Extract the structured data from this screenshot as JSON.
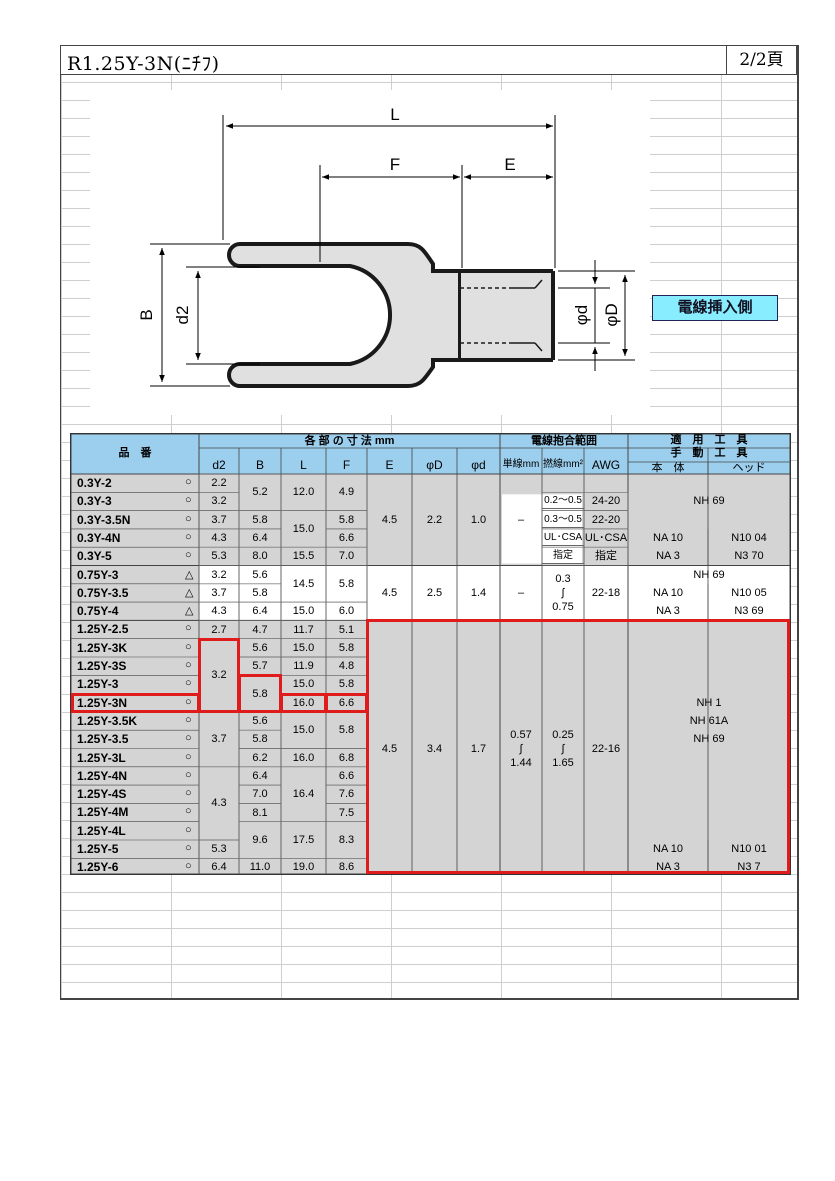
{
  "header": {
    "title": "R1.25Y-3N(ﾆﾁﾌ)",
    "page": "2/2頁"
  },
  "drawing": {
    "labels": {
      "L": "L",
      "F": "F",
      "E": "E",
      "B": "B",
      "d2": "d2",
      "phid": "φd",
      "phiD": "φD"
    }
  },
  "legend_label": "電線挿入側",
  "table": {
    "group_headers": {
      "part": "品　番",
      "dims": "各 部 の 寸 法 mm",
      "wire": "電線抱合範囲",
      "tools": "適　用　工　具",
      "hand": "手　動　工　具"
    },
    "col_headers": [
      "d2",
      "B",
      "L",
      "F",
      "E",
      "φD",
      "φd",
      "単線mm",
      "撚線mm²",
      "AWG"
    ],
    "tool_sub": [
      "本　体",
      "ヘッド"
    ],
    "rows": [
      {
        "part": "0.3Y-2",
        "mark": "○"
      },
      {
        "part": "0.3Y-3",
        "mark": "○"
      },
      {
        "part": "0.3Y-3.5N",
        "mark": "○"
      },
      {
        "part": "0.3Y-4N",
        "mark": "○"
      },
      {
        "part": "0.3Y-5",
        "mark": "○"
      },
      {
        "part": "0.75Y-3",
        "mark": "△"
      },
      {
        "part": "0.75Y-3.5",
        "mark": "△"
      },
      {
        "part": "0.75Y-4",
        "mark": "△"
      },
      {
        "part": "1.25Y-2.5",
        "mark": "○"
      },
      {
        "part": "1.25Y-3K",
        "mark": "○"
      },
      {
        "part": "1.25Y-3S",
        "mark": "○"
      },
      {
        "part": "1.25Y-3",
        "mark": "○"
      },
      {
        "part": "1.25Y-3N",
        "mark": "○"
      },
      {
        "part": "1.25Y-3.5K",
        "mark": "○"
      },
      {
        "part": "1.25Y-3.5",
        "mark": "○"
      },
      {
        "part": "1.25Y-3L",
        "mark": "○"
      },
      {
        "part": "1.25Y-4N",
        "mark": "○"
      },
      {
        "part": "1.25Y-4S",
        "mark": "○"
      },
      {
        "part": "1.25Y-4M",
        "mark": "○"
      },
      {
        "part": "1.25Y-4L",
        "mark": "○"
      },
      {
        "part": "1.25Y-5",
        "mark": "○"
      },
      {
        "part": "1.25Y-6",
        "mark": "○"
      }
    ],
    "cells": [
      {
        "c": 0,
        "r0": 0,
        "n": 1,
        "t": "2.2"
      },
      {
        "c": 0,
        "r0": 1,
        "n": 1,
        "t": "3.2"
      },
      {
        "c": 0,
        "r0": 2,
        "n": 1,
        "t": "3.7"
      },
      {
        "c": 0,
        "r0": 3,
        "n": 1,
        "t": "4.3"
      },
      {
        "c": 0,
        "r0": 4,
        "n": 1,
        "t": "5.3"
      },
      {
        "c": 0,
        "r0": 5,
        "n": 1,
        "t": "3.2"
      },
      {
        "c": 0,
        "r0": 6,
        "n": 1,
        "t": "3.7"
      },
      {
        "c": 0,
        "r0": 7,
        "n": 1,
        "t": "4.3"
      },
      {
        "c": 0,
        "r0": 8,
        "n": 1,
        "t": "2.7"
      },
      {
        "c": 0,
        "r0": 9,
        "n": 4,
        "t": "3.2"
      },
      {
        "c": 0,
        "r0": 13,
        "n": 3,
        "t": "3.7"
      },
      {
        "c": 0,
        "r0": 16,
        "n": 4,
        "t": "4.3"
      },
      {
        "c": 0,
        "r0": 20,
        "n": 1,
        "t": "5.3"
      },
      {
        "c": 0,
        "r0": 21,
        "n": 1,
        "t": "6.4"
      },
      {
        "c": 1,
        "r0": 0,
        "n": 2,
        "t": "5.2"
      },
      {
        "c": 1,
        "r0": 2,
        "n": 1,
        "t": "5.8"
      },
      {
        "c": 1,
        "r0": 3,
        "n": 1,
        "t": "6.4"
      },
      {
        "c": 1,
        "r0": 4,
        "n": 1,
        "t": "8.0"
      },
      {
        "c": 1,
        "r0": 5,
        "n": 1,
        "t": "5.6"
      },
      {
        "c": 1,
        "r0": 6,
        "n": 1,
        "t": "5.8"
      },
      {
        "c": 1,
        "r0": 7,
        "n": 1,
        "t": "6.4"
      },
      {
        "c": 1,
        "r0": 8,
        "n": 1,
        "t": "4.7"
      },
      {
        "c": 1,
        "r0": 9,
        "n": 1,
        "t": "5.6"
      },
      {
        "c": 1,
        "r0": 10,
        "n": 1,
        "t": "5.7"
      },
      {
        "c": 1,
        "r0": 11,
        "n": 2,
        "t": "5.8"
      },
      {
        "c": 1,
        "r0": 13,
        "n": 1,
        "t": "5.6"
      },
      {
        "c": 1,
        "r0": 14,
        "n": 1,
        "t": "5.8"
      },
      {
        "c": 1,
        "r0": 15,
        "n": 1,
        "t": "6.2"
      },
      {
        "c": 1,
        "r0": 16,
        "n": 1,
        "t": "6.4"
      },
      {
        "c": 1,
        "r0": 17,
        "n": 1,
        "t": "7.0"
      },
      {
        "c": 1,
        "r0": 18,
        "n": 1,
        "t": "8.1"
      },
      {
        "c": 1,
        "r0": 19,
        "n": 2,
        "t": "9.6"
      },
      {
        "c": 1,
        "r0": 21,
        "n": 1,
        "t": "11.0"
      },
      {
        "c": 2,
        "r0": 0,
        "n": 2,
        "t": "12.0"
      },
      {
        "c": 2,
        "r0": 2,
        "n": 2,
        "t": "15.0"
      },
      {
        "c": 2,
        "r0": 4,
        "n": 1,
        "t": "15.5"
      },
      {
        "c": 2,
        "r0": 5,
        "n": 2,
        "t": "14.5"
      },
      {
        "c": 2,
        "r0": 7,
        "n": 1,
        "t": "15.0"
      },
      {
        "c": 2,
        "r0": 8,
        "n": 1,
        "t": "11.7"
      },
      {
        "c": 2,
        "r0": 9,
        "n": 1,
        "t": "15.0"
      },
      {
        "c": 2,
        "r0": 10,
        "n": 1,
        "t": "11.9"
      },
      {
        "c": 2,
        "r0": 11,
        "n": 1,
        "t": "15.0"
      },
      {
        "c": 2,
        "r0": 12,
        "n": 1,
        "t": "16.0"
      },
      {
        "c": 2,
        "r0": 13,
        "n": 2,
        "t": "15.0"
      },
      {
        "c": 2,
        "r0": 15,
        "n": 1,
        "t": "16.0"
      },
      {
        "c": 2,
        "r0": 16,
        "n": 3,
        "t": "16.4"
      },
      {
        "c": 2,
        "r0": 19,
        "n": 2,
        "t": "17.5"
      },
      {
        "c": 2,
        "r0": 21,
        "n": 1,
        "t": "19.0"
      },
      {
        "c": 3,
        "r0": 0,
        "n": 2,
        "t": "4.9"
      },
      {
        "c": 3,
        "r0": 2,
        "n": 1,
        "t": "5.8"
      },
      {
        "c": 3,
        "r0": 3,
        "n": 1,
        "t": "6.6"
      },
      {
        "c": 3,
        "r0": 4,
        "n": 1,
        "t": "7.0"
      },
      {
        "c": 3,
        "r0": 5,
        "n": 2,
        "t": "5.8"
      },
      {
        "c": 3,
        "r0": 7,
        "n": 1,
        "t": "6.0"
      },
      {
        "c": 3,
        "r0": 8,
        "n": 1,
        "t": "5.1"
      },
      {
        "c": 3,
        "r0": 9,
        "n": 1,
        "t": "5.8"
      },
      {
        "c": 3,
        "r0": 10,
        "n": 1,
        "t": "4.8"
      },
      {
        "c": 3,
        "r0": 11,
        "n": 1,
        "t": "5.8"
      },
      {
        "c": 3,
        "r0": 12,
        "n": 1,
        "t": "6.6"
      },
      {
        "c": 3,
        "r0": 13,
        "n": 2,
        "t": "5.8"
      },
      {
        "c": 3,
        "r0": 15,
        "n": 1,
        "t": "6.8"
      },
      {
        "c": 3,
        "r0": 16,
        "n": 1,
        "t": "6.6"
      },
      {
        "c": 3,
        "r0": 17,
        "n": 1,
        "t": "7.6"
      },
      {
        "c": 3,
        "r0": 18,
        "n": 1,
        "t": "7.5"
      },
      {
        "c": 3,
        "r0": 19,
        "n": 2,
        "t": "8.3"
      },
      {
        "c": 3,
        "r0": 21,
        "n": 1,
        "t": "8.6"
      },
      {
        "c": 4,
        "r0": 0,
        "n": 5,
        "t": "4.5"
      },
      {
        "c": 4,
        "r0": 5,
        "n": 3,
        "t": "4.5"
      },
      {
        "c": 4,
        "r0": 8,
        "n": 14,
        "t": "4.5"
      },
      {
        "c": 5,
        "r0": 0,
        "n": 5,
        "t": "2.2"
      },
      {
        "c": 5,
        "r0": 5,
        "n": 3,
        "t": "2.5"
      },
      {
        "c": 5,
        "r0": 8,
        "n": 14,
        "t": "3.4"
      },
      {
        "c": 6,
        "r0": 0,
        "n": 5,
        "t": "1.0"
      },
      {
        "c": 6,
        "r0": 5,
        "n": 3,
        "t": "1.4"
      },
      {
        "c": 6,
        "r0": 8,
        "n": 14,
        "t": "1.7"
      },
      {
        "c": 7,
        "r0": 0,
        "n": 5,
        "t": "–"
      },
      {
        "c": 7,
        "r0": 5,
        "n": 3,
        "t": "–"
      },
      {
        "c": 7,
        "r0": 8,
        "n": 14,
        "t": "0.57\n∫\n1.44"
      },
      {
        "c": 8,
        "r0": 1,
        "n": 1,
        "t": "0.2～0.5"
      },
      {
        "c": 8,
        "r0": 2,
        "n": 1,
        "t": "0.3～0.5"
      },
      {
        "c": 8,
        "r0": 3,
        "n": 1,
        "t": "UL･CSA"
      },
      {
        "c": 8,
        "r0": 4,
        "n": 1,
        "t": "指定"
      },
      {
        "c": 8,
        "r0": 5,
        "n": 3,
        "t": "0.3\n∫\n0.75"
      },
      {
        "c": 8,
        "r0": 8,
        "n": 14,
        "t": "0.25\n∫\n1.65"
      },
      {
        "c": 9,
        "r0": 1,
        "n": 1,
        "t": "24-20"
      },
      {
        "c": 9,
        "r0": 2,
        "n": 1,
        "t": "22-20"
      },
      {
        "c": 9,
        "r0": 3,
        "n": 1,
        "t": "UL･CSA"
      },
      {
        "c": 9,
        "r0": 4,
        "n": 1,
        "t": "指定"
      },
      {
        "c": 9,
        "r0": 5,
        "n": 3,
        "t": "22-18"
      },
      {
        "c": 9,
        "r0": 8,
        "n": 14,
        "t": "22-16"
      }
    ],
    "tools": [
      {
        "col": "w",
        "r0": 0,
        "n": 3,
        "t": "NH 69"
      },
      {
        "col": "a",
        "r0": 3,
        "n": 1,
        "t": "NA 10"
      },
      {
        "col": "b",
        "r0": 3,
        "n": 1,
        "t": "N10 04"
      },
      {
        "col": "a",
        "r0": 4,
        "n": 1,
        "t": "NA 3"
      },
      {
        "col": "b",
        "r0": 4,
        "n": 1,
        "t": "N3 70"
      },
      {
        "col": "w",
        "r0": 5,
        "n": 1,
        "t": "NH 69"
      },
      {
        "col": "a",
        "r0": 6,
        "n": 1,
        "t": "NA 10"
      },
      {
        "col": "b",
        "r0": 6,
        "n": 1,
        "t": "N10 05"
      },
      {
        "col": "a",
        "r0": 7,
        "n": 1,
        "t": "NA 3"
      },
      {
        "col": "b",
        "r0": 7,
        "n": 1,
        "t": "N3 69"
      },
      {
        "col": "w",
        "r0": 12,
        "n": 1,
        "t": "NH 1"
      },
      {
        "col": "w",
        "r0": 13,
        "n": 1,
        "t": "NH 61A"
      },
      {
        "col": "w",
        "r0": 14,
        "n": 1,
        "t": "NH 69"
      },
      {
        "col": "a",
        "r0": 20,
        "n": 1,
        "t": "NA 10"
      },
      {
        "col": "b",
        "r0": 20,
        "n": 1,
        "t": "N10 01"
      },
      {
        "col": "a",
        "r0": 21,
        "n": 1,
        "t": "NA 3"
      },
      {
        "col": "b",
        "r0": 21,
        "n": 1,
        "t": "N3 7"
      }
    ]
  },
  "colors": {
    "shade": "#d4d4d4",
    "header": "#9ccfee",
    "highlight": "#e01b1b",
    "legend": "#88eeff"
  }
}
